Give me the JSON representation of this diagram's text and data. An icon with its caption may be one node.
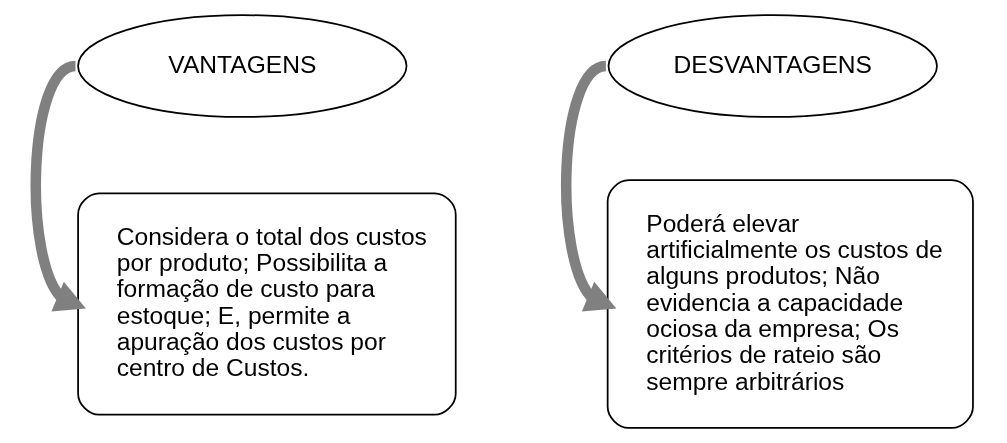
{
  "diagram": {
    "nodes": [
      {
        "text": [
          "VANTAGENS"
        ]
      },
      {
        "text": [
          "Considera o total dos custos por produto; Possibilita a formação de custo para estoque; E, permite a apuração dos custos por centro de Custos."
        ]
      },
      {
        "text": [
          "DESVANTAGENS"
        ]
      },
      {
        "text": [
          "Poderá elevar artificialmente os custos de alguns produtos; Não evidencia a capacidade ociosa da empresa; Os critérios de rateio são sempre arbitrários"
        ]
      }
    ],
    "edges": [
      {
        "from": 0,
        "to": 1,
        "arrow": "to"
      },
      {
        "from": 2,
        "to": 3,
        "arrow": "to"
      }
    ]
  }
}
